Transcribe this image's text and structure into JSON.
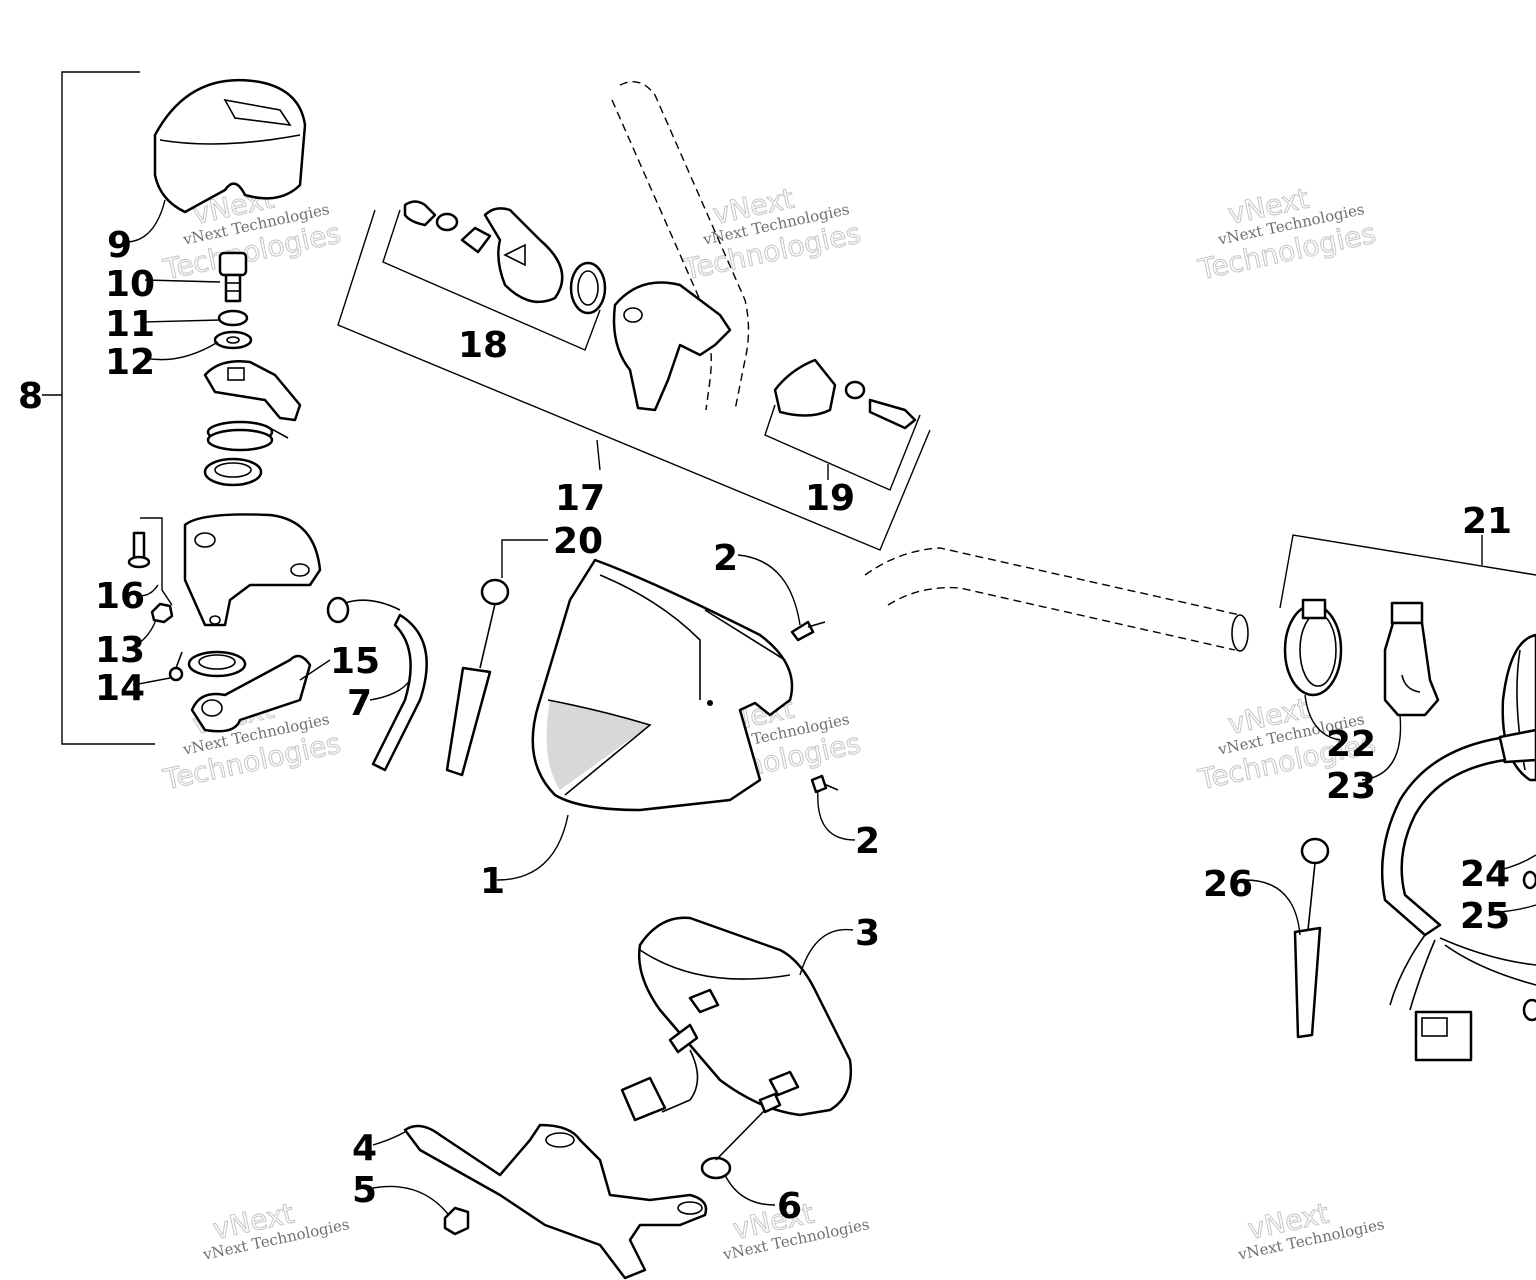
{
  "callouts": {
    "c1": "1",
    "c2a": "2",
    "c2b": "2",
    "c3": "3",
    "c4": "4",
    "c5": "5",
    "c6": "6",
    "c7": "7",
    "c8": "8",
    "c9": "9",
    "c10": "10",
    "c11": "11",
    "c12": "12",
    "c13": "13",
    "c14": "14",
    "c15": "15",
    "c16": "16",
    "c17": "17",
    "c18": "18",
    "c19": "19",
    "c20": "20",
    "c21": "21",
    "c22": "22",
    "c23": "23",
    "c24": "24",
    "c25": "25",
    "c26": "26"
  },
  "watermark": {
    "top": "vNext",
    "middle": "vNext Technologies",
    "bottom": "Technologies"
  }
}
